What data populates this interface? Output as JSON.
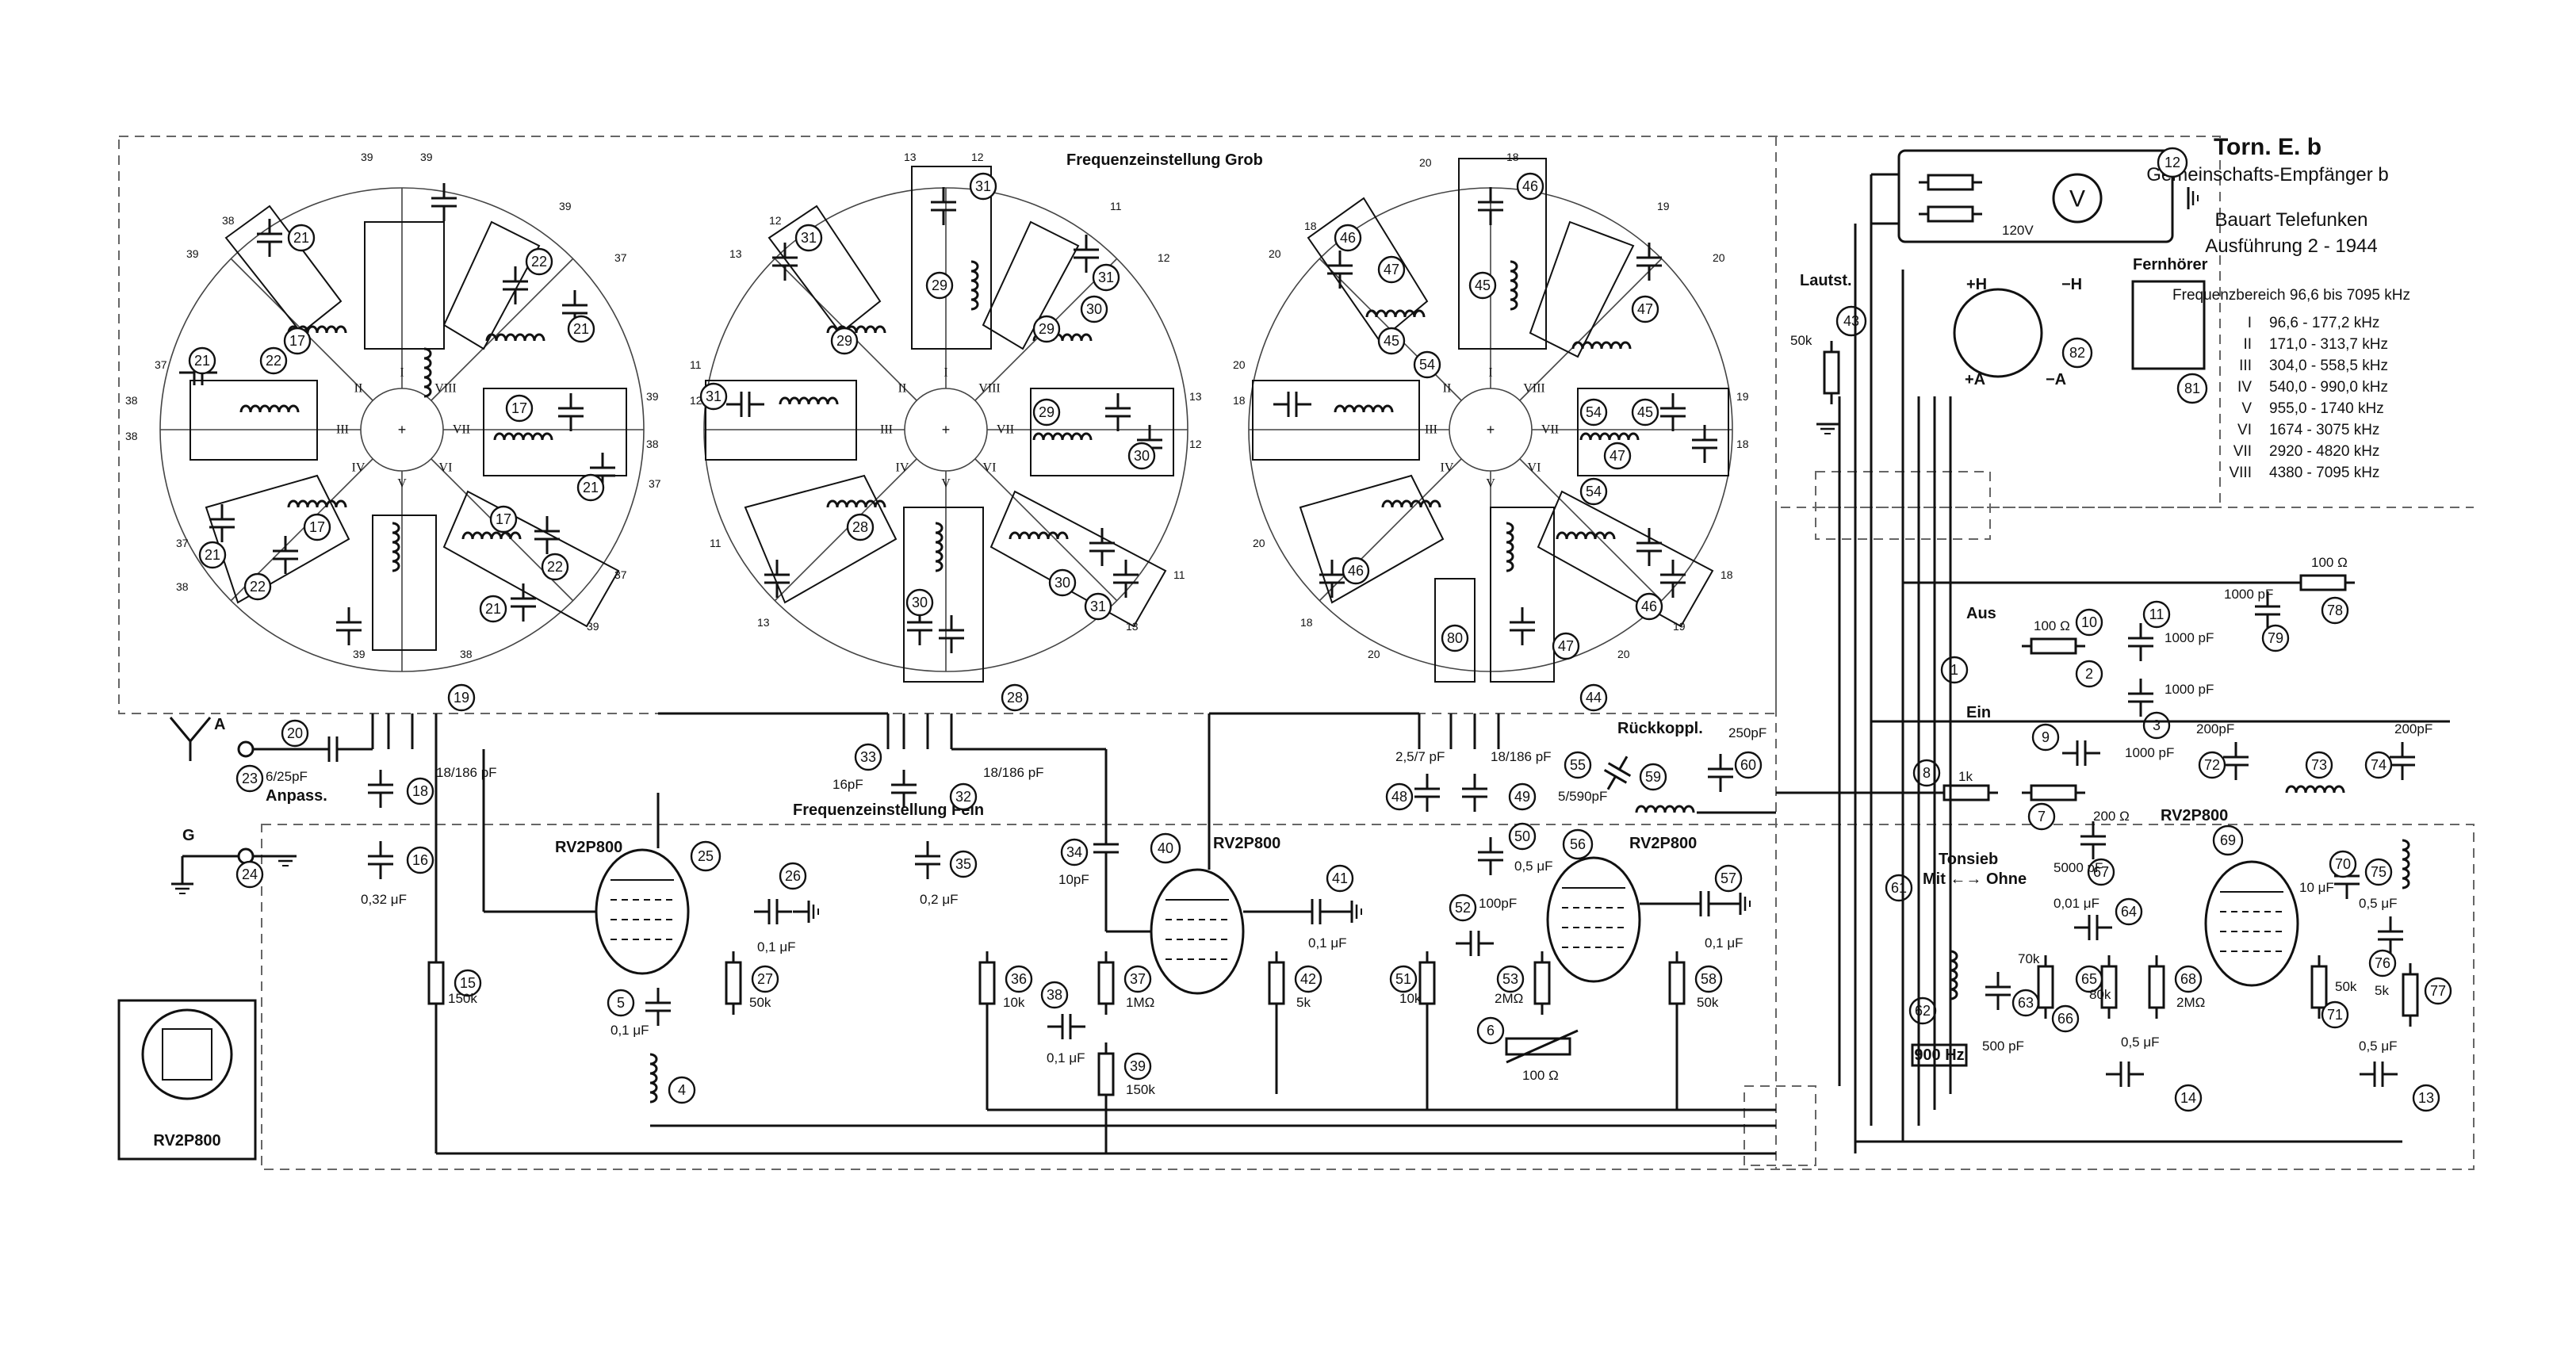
{
  "title": {
    "main": "Torn. E. b",
    "subtitle": "Gemeinschafts-Empfänger b",
    "maker": "Bauart Telefunken",
    "version": "Ausführung 2 - 1944"
  },
  "frequency": {
    "heading": "Frequenzbereich 96,6 bis 7095 kHz",
    "bands": [
      {
        "numeral": "I",
        "range": "96,6 - 177,2 kHz"
      },
      {
        "numeral": "II",
        "range": "171,0 - 313,7 kHz"
      },
      {
        "numeral": "III",
        "range": "304,0 - 558,5 kHz"
      },
      {
        "numeral": "IV",
        "range": "540,0 - 990,0 kHz"
      },
      {
        "numeral": "V",
        "range": "955,0 - 1740 kHz"
      },
      {
        "numeral": "VI",
        "range": "1674 - 3075 kHz"
      },
      {
        "numeral": "VII",
        "range": "2920 - 4820 kHz"
      },
      {
        "numeral": "VIII",
        "range": "4380 - 7095 kHz"
      }
    ]
  },
  "sections": {
    "grob": "Frequenzeinstellung\nGrob",
    "fein": "Frequenzeinstellung\nFein",
    "rueckkoppl": "Rückkoppl.",
    "anpass": "Anpass.",
    "lautst": "Lautst.",
    "fernhoerer": "Fernhörer",
    "tonsieb": "Tonsieb",
    "mit_ohne": "Mit ←→ Ohne",
    "aus": "Aus",
    "ein": "Ein",
    "hz900": "900 Hz",
    "v120": "120V",
    "terminal_a": "A",
    "terminal_g": "G",
    "tube_label": "RV2P800"
  },
  "tubes": [
    {
      "ref": "25",
      "label": "RV2P800"
    },
    {
      "ref": "40",
      "label": "RV2P800"
    },
    {
      "ref": "56",
      "label": "RV2P800"
    },
    {
      "ref": "69",
      "label": "RV2P800"
    }
  ],
  "wheels": [
    {
      "name": "wheel-1",
      "sectors": [
        "I",
        "II",
        "III",
        "IV",
        "V",
        "VI",
        "VII",
        "VIII"
      ],
      "parts": [
        "21",
        "17",
        "22",
        "21",
        "17",
        "21",
        "17",
        "22",
        "21",
        "22",
        "17",
        "21",
        "22",
        "21"
      ]
    },
    {
      "name": "wheel-2",
      "sectors": [
        "I",
        "II",
        "III",
        "IV",
        "V",
        "VI",
        "VII",
        "VIII"
      ],
      "parts": [
        "31",
        "29",
        "31",
        "29",
        "30",
        "29",
        "31",
        "30",
        "29",
        "31",
        "30",
        "28",
        "31",
        "30"
      ]
    },
    {
      "name": "wheel-3",
      "sectors": [
        "I",
        "II",
        "III",
        "IV",
        "V",
        "VI",
        "VII",
        "VIII"
      ],
      "parts": [
        "46",
        "45",
        "47",
        "54",
        "46",
        "45",
        "47",
        "54",
        "45",
        "46",
        "47",
        "54",
        "46",
        "47"
      ]
    }
  ],
  "component_labels": [
    {
      "ref": "12"
    },
    {
      "ref": "43"
    },
    {
      "ref": "82"
    },
    {
      "ref": "81"
    },
    {
      "ref": "20"
    },
    {
      "ref": "23"
    },
    {
      "ref": "24"
    },
    {
      "ref": "18"
    },
    {
      "ref": "16"
    },
    {
      "ref": "15"
    },
    {
      "ref": "26"
    },
    {
      "ref": "27"
    },
    {
      "ref": "5"
    },
    {
      "ref": "4"
    },
    {
      "ref": "33"
    },
    {
      "ref": "32"
    },
    {
      "ref": "35"
    },
    {
      "ref": "36"
    },
    {
      "ref": "34"
    },
    {
      "ref": "38"
    },
    {
      "ref": "37"
    },
    {
      "ref": "39"
    },
    {
      "ref": "41"
    },
    {
      "ref": "42"
    },
    {
      "ref": "48"
    },
    {
      "ref": "49"
    },
    {
      "ref": "50"
    },
    {
      "ref": "52"
    },
    {
      "ref": "51"
    },
    {
      "ref": "53"
    },
    {
      "ref": "6"
    },
    {
      "ref": "55"
    },
    {
      "ref": "59"
    },
    {
      "ref": "60"
    },
    {
      "ref": "57"
    },
    {
      "ref": "58"
    },
    {
      "ref": "10"
    },
    {
      "ref": "11"
    },
    {
      "ref": "2"
    },
    {
      "ref": "3"
    },
    {
      "ref": "1"
    },
    {
      "ref": "9"
    },
    {
      "ref": "8"
    },
    {
      "ref": "7"
    },
    {
      "ref": "61"
    },
    {
      "ref": "62"
    },
    {
      "ref": "63"
    },
    {
      "ref": "67"
    },
    {
      "ref": "64"
    },
    {
      "ref": "65"
    },
    {
      "ref": "66"
    },
    {
      "ref": "68"
    },
    {
      "ref": "72"
    },
    {
      "ref": "73"
    },
    {
      "ref": "74"
    },
    {
      "ref": "70"
    },
    {
      "ref": "71"
    },
    {
      "ref": "75"
    },
    {
      "ref": "76"
    },
    {
      "ref": "77"
    },
    {
      "ref": "78"
    },
    {
      "ref": "79"
    },
    {
      "ref": "13"
    },
    {
      "ref": "14"
    },
    {
      "ref": "80"
    },
    {
      "ref": "44"
    },
    {
      "ref": "19"
    },
    {
      "ref": "28"
    }
  ],
  "values": {
    "c20": "6/25pF",
    "c18": "18/186\npF",
    "c16": "0,32 μF",
    "r15": "150k",
    "c26": "0,1 μF",
    "r27": "50k",
    "c5": "0,1 μF",
    "c33": "16pF",
    "c32": "18/186\npF",
    "c35": "0,2 μF",
    "r36": "10k",
    "c34": "10pF",
    "r37": "1MΩ",
    "c38": "0,1 μF",
    "r39": "150k",
    "c41": "0,1 μF",
    "r42": "5k",
    "c48": "2,5/7\npF",
    "c49": "18/186\npF",
    "c50": "0,5 μF",
    "c52": "100pF",
    "r51": "10k",
    "r53": "2MΩ",
    "p6": "100 Ω",
    "c55": "5/590pF",
    "c60": "250pF",
    "c57": "0,1 μF",
    "r58": "50k",
    "r10": "100 Ω",
    "c11": "1000\npF",
    "c3": "1000\npF",
    "c9": "1000\npF",
    "r8": "1k",
    "r7": "200 Ω",
    "r43": "50k",
    "c67": "5000 pF",
    "c64": "0,01 μF",
    "r65": "80k",
    "r70k": "70k",
    "c63": "500 pF",
    "r68": "2MΩ",
    "c14": "0,5 μF",
    "c72": "200pF",
    "c74": "200pF",
    "c70": "10 μF",
    "c76": "0,5 μF",
    "r71": "50k",
    "r77": "5k",
    "c13": "0,5 μF",
    "r78": "100 Ω",
    "c79": "1000\npF"
  }
}
